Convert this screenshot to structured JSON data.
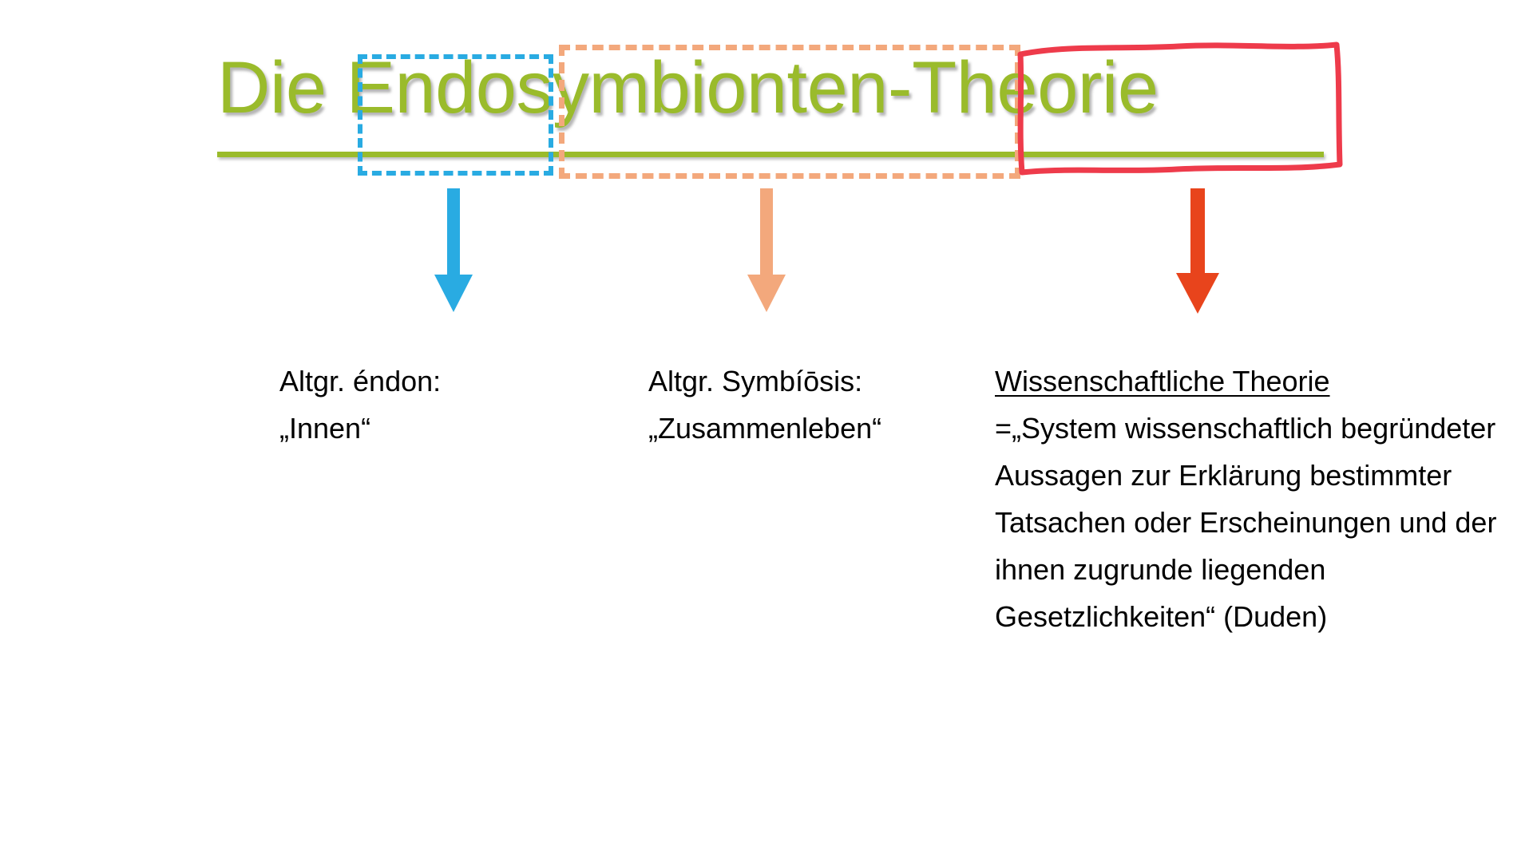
{
  "slide": {
    "background_color": "#FFFFFF",
    "title": {
      "text": "Die Endosymbionten-Theorie",
      "color": "#9ABB2B",
      "underlined": true
    },
    "annotations": [
      {
        "id": "endo",
        "target_word": "Endo",
        "style": "dashed-rectangle",
        "color": "#29ABE2"
      },
      {
        "id": "symbionten",
        "target_word": "symbionten-",
        "style": "dashed-rectangle",
        "color": "#F3A87C"
      },
      {
        "id": "theorie",
        "target_word": "Theorie",
        "style": "hand-drawn-rectangle",
        "color": "#EE3B4B"
      }
    ],
    "arrows": [
      {
        "id": "arrow-endo",
        "color": "#29ABE2",
        "direction": "down"
      },
      {
        "id": "arrow-symbiont",
        "color": "#F3A87C",
        "direction": "down"
      },
      {
        "id": "arrow-theorie",
        "color": "#E8441C",
        "direction": "down"
      }
    ],
    "columns": {
      "endon": {
        "line1": "Altgr. éndon:",
        "line2": "„Innen“"
      },
      "symbiose": {
        "line1": "Altgr. Symbíōsis:",
        "line2": "„Zusammenleben“"
      },
      "theorie": {
        "heading": "Wissenschaftliche Theorie",
        "body": "=„System wissenschaftlich begründeter Aussagen zur Erklärung bestimmter Tatsachen oder Erscheinungen und der ihnen zugrunde liegenden Gesetzlichkeiten“ (Duden)"
      }
    }
  }
}
